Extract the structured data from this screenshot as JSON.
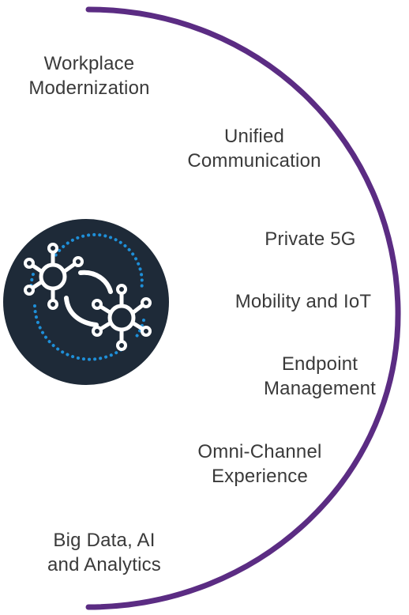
{
  "items": [
    {
      "line1": "Workplace",
      "line2": "Modernization"
    },
    {
      "line1": "Unified",
      "line2": "Communication"
    },
    {
      "line1": "Private 5G",
      "line2": ""
    },
    {
      "line1": "Mobility and IoT",
      "line2": ""
    },
    {
      "line1": "Endpoint",
      "line2": "Management"
    },
    {
      "line1": "Omni-Channel",
      "line2": "Experience"
    },
    {
      "line1": "Big Data, AI",
      "line2": "and Analytics"
    }
  ],
  "colors": {
    "arc": "#5b2c83",
    "badge_bg": "#1e2a38",
    "icon_white": "#ffffff",
    "dots_blue": "#1e8fd8",
    "text": "#3a3a3a"
  },
  "icon": "network-nodes-icon"
}
